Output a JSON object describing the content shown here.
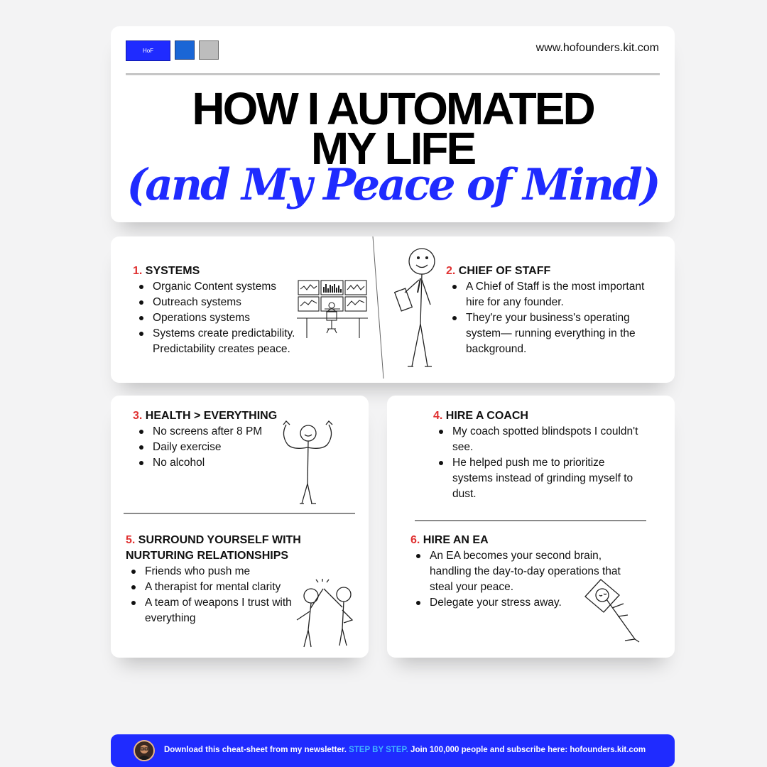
{
  "header": {
    "logo_text": "HoF",
    "website": "www.hofounders.kit.com",
    "title_line1": "HOW I AUTOMATED",
    "title_line2": "MY LIFE",
    "subtitle": "(and My Peace of Mind)",
    "swatch_colors": [
      "#1f2bff",
      "#1a66d6",
      "#bdbdbd"
    ]
  },
  "sections": [
    {
      "number": "1.",
      "title": "SYSTEMS",
      "bullets": [
        "Organic Content systems",
        "Outreach systems",
        "Operations systems",
        "Systems create predictability. Predictability creates peace."
      ],
      "illustration": "monitors-desk-icon"
    },
    {
      "number": "2.",
      "title": "CHIEF OF STAFF",
      "bullets": [
        "A Chief of Staff is the most important hire for any founder.",
        "They're your business's operating system— running everything in the background."
      ],
      "illustration": "businessman-stick-figure-icon"
    },
    {
      "number": "3.",
      "title": "HEALTH > EVERYTHING",
      "bullets": [
        "No screens after 8 PM",
        "Daily exercise",
        "No alcohol"
      ],
      "illustration": "strong-stick-figure-icon"
    },
    {
      "number": "4.",
      "title": "HIRE A COACH",
      "bullets": [
        "My coach spotted blindspots I couldn't see.",
        "He helped push me to prioritize systems instead of grinding myself to dust."
      ]
    },
    {
      "number": "5.",
      "title_line1": "SURROUND YOURSELF WITH",
      "title_line2": "NURTURING RELATIONSHIPS",
      "bullets": [
        "Friends who push me",
        "A therapist for mental clarity",
        "A team of weapons I trust with everything"
      ],
      "illustration": "high-five-stick-figures-icon"
    },
    {
      "number": "6.",
      "title": "HIRE AN EA",
      "bullets": [
        "An EA becomes your second brain, handling the day-to-day operations that steal your peace.",
        "Delegate your stress away."
      ],
      "illustration": "sleeping-stick-figure-icon"
    }
  ],
  "footer": {
    "text_before": "Download this cheat-sheet from my newsletter.",
    "highlight": "STEP BY STEP.",
    "text_after": "Join 100,000 people and subscribe here: hofounders.kit.com",
    "accent_color": "#42b6ff"
  }
}
